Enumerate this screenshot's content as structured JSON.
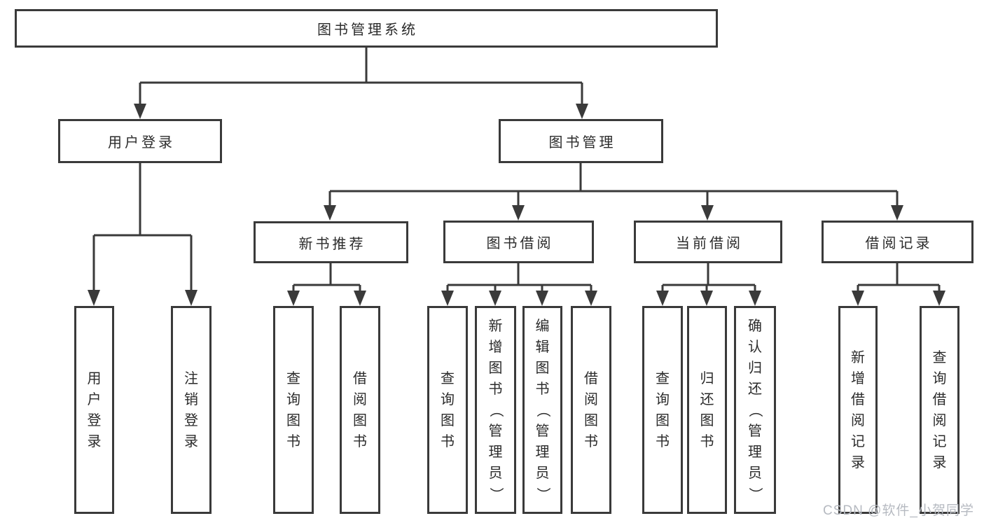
{
  "tree": {
    "root": "图书管理系统",
    "branches": [
      {
        "label": "用户登录",
        "children": [
          "用户登录",
          "注销登录"
        ]
      },
      {
        "label": "图书管理",
        "children": [
          {
            "label": "新书推荐",
            "children": [
              "查询图书",
              "借阅图书"
            ]
          },
          {
            "label": "图书借阅",
            "children": [
              "查询图书",
              "新增图书（管理员）",
              "编辑图书（管理员）",
              "借阅图书"
            ]
          },
          {
            "label": "当前借阅",
            "children": [
              "查询图书",
              "归还图书",
              "确认归还（管理员）"
            ]
          },
          {
            "label": "借阅记录",
            "children": [
              "新增借阅记录",
              "查询借阅记录"
            ]
          }
        ]
      }
    ]
  },
  "watermark": {
    "text": "CSDN @软件_小贺同学",
    "color": "#b6bac1"
  },
  "colors": {
    "line": "#3a3a3a",
    "text": "#2b2b2b",
    "background": "#ffffff"
  }
}
